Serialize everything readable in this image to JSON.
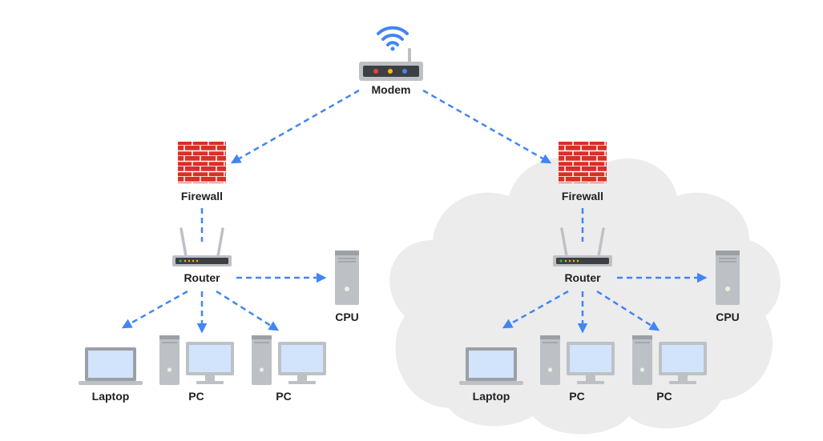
{
  "colors": {
    "link": "#4285f4",
    "brick": "#d93025",
    "mortar": "#ffffff",
    "cloud": "#ececec",
    "device_gray": "#bdc1c6",
    "device_dark": "#3c4043",
    "screen": "#d2e3fc",
    "led_red": "#ea4335",
    "led_yellow": "#fbbc04",
    "led_blue": "#4285f4",
    "led_green": "#34a853"
  },
  "top": {
    "wifi_icon": "wifi-icon",
    "modem_label": "Modem"
  },
  "networks": [
    {
      "firewall_label": "Firewall",
      "router_label": "Router",
      "cpu_label": "CPU",
      "laptop_label": "Laptop",
      "pc1_label": "PC",
      "pc2_label": "PC"
    },
    {
      "firewall_label": "Firewall",
      "router_label": "Router",
      "cpu_label": "CPU",
      "laptop_label": "Laptop",
      "pc1_label": "PC",
      "pc2_label": "PC"
    }
  ]
}
